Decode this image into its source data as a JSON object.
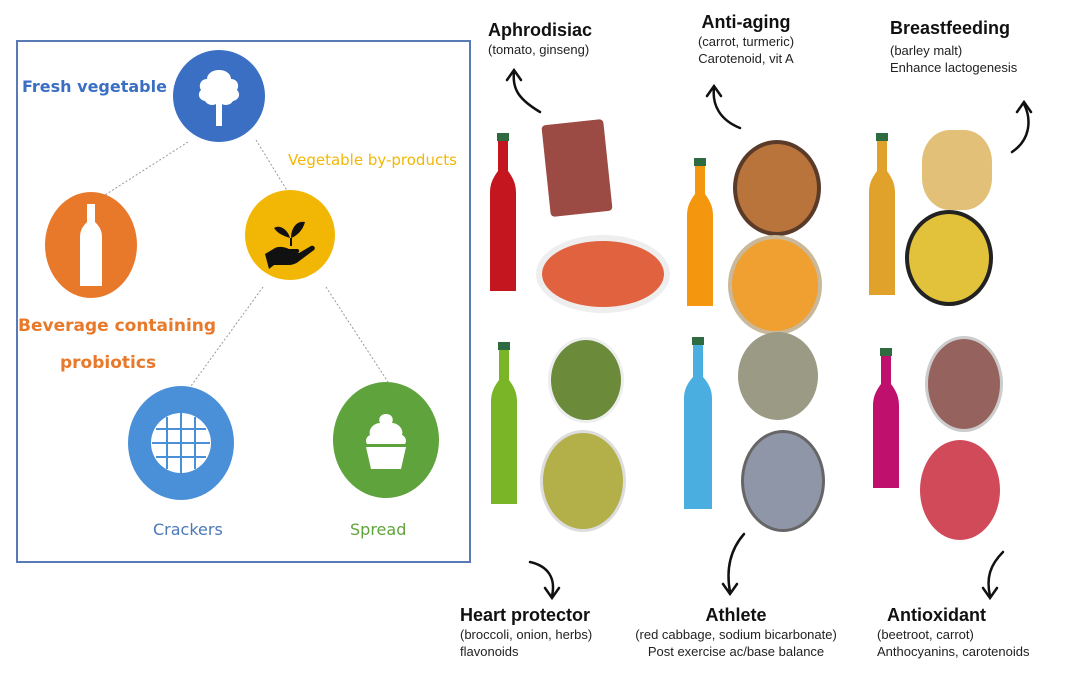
{
  "diagram": {
    "left_panel": {
      "root": {
        "label": "Fresh vegetable",
        "color": "#3a6fc4",
        "icon": "tree-icon"
      },
      "byproducts": {
        "label": "Vegetable by-products",
        "color": "#f2b705",
        "icon": "hand-plant-icon"
      },
      "beverage": {
        "label_line1": "Beverage containing",
        "label_line2": "probiotics",
        "color": "#e8792b",
        "icon": "bottle-icon"
      },
      "crackers": {
        "label": "Crackers",
        "color": "#4a90d9",
        "icon": "waffle-icon"
      },
      "spread": {
        "label": "Spread",
        "color": "#5fa33c",
        "icon": "cupcake-icon"
      }
    },
    "products": [
      {
        "title": "Aphrodisiac",
        "line1": "(tomato, ginseng)",
        "line2": "",
        "bottle_color": "#c4161f",
        "cracker_color": "#9c4a44",
        "spread_color": "#e0623f"
      },
      {
        "title": "Anti-aging",
        "line1": "(carrot, turmeric)",
        "line2": "Carotenoid, vit A",
        "bottle_color": "#f5960f",
        "cracker_color": "#b8743a",
        "spread_color": "#f0a030"
      },
      {
        "title": "Breastfeeding",
        "line1": "(barley malt)",
        "line2": "Enhance lactogenesis",
        "bottle_color": "#e0a22a",
        "cracker_color": "#e2c078",
        "spread_color": "#e2c23a"
      },
      {
        "title": "Heart protector",
        "line1": "(broccoli, onion, herbs)",
        "line2": "flavonoids",
        "bottle_color": "#7ab528",
        "cracker_color": "#6b8a3a",
        "spread_color": "#b3b04a"
      },
      {
        "title": "Athlete",
        "line1": "(red cabbage, sodium bicarbonate)",
        "line2": "Post exercise ac/base balance",
        "bottle_color": "#4aaee0",
        "cracker_color": "#9a9a85",
        "spread_color": "#8e96a8"
      },
      {
        "title": "Antioxidant",
        "line1": "(beetroot, carrot)",
        "line2": "Anthocyanins, carotenoids",
        "bottle_color": "#c0106e",
        "cracker_color": "#96625e",
        "spread_color": "#d04a5a"
      }
    ]
  }
}
